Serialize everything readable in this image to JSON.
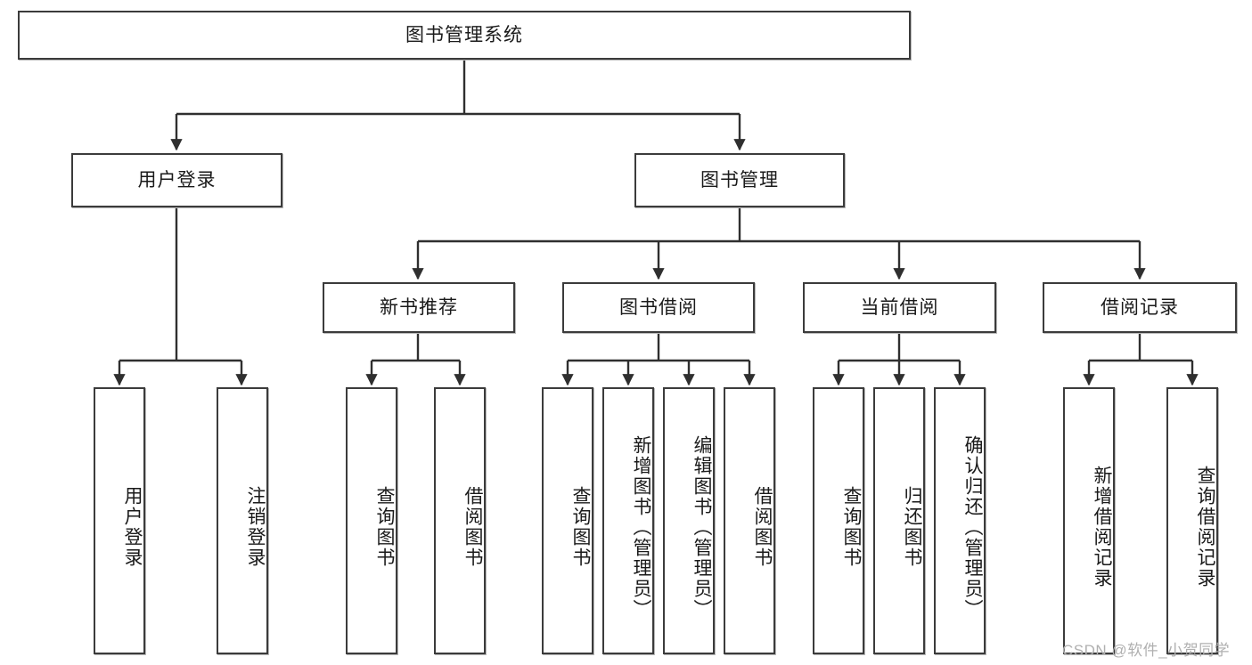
{
  "diagram": {
    "type": "tree-hierarchy",
    "title": "图书管理系统",
    "orientation": "top-down",
    "colors": {
      "box_border": "#3b3b3b",
      "box_fill": "#ffffff",
      "edge": "#2f2f2f",
      "text": "#1a1a1a",
      "watermark": "#b0b0b0",
      "background": "#ffffff"
    },
    "root": {
      "label": "图书管理系统"
    },
    "level1": [
      {
        "label": "用户登录"
      },
      {
        "label": "图书管理"
      }
    ],
    "level2": [
      {
        "label": "新书推荐"
      },
      {
        "label": "图书借阅"
      },
      {
        "label": "当前借阅"
      },
      {
        "label": "借阅记录"
      }
    ],
    "leaves": {
      "user_login": [
        {
          "label": "用户登录"
        },
        {
          "label": "注销登录"
        }
      ],
      "new_book_recommend": [
        {
          "label": "查询图书"
        },
        {
          "label": "借阅图书"
        }
      ],
      "book_borrow": [
        {
          "label": "查询图书"
        },
        {
          "label": "新增图书（管理员）"
        },
        {
          "label": "编辑图书（管理员）"
        },
        {
          "label": "借阅图书"
        }
      ],
      "current_borrow": [
        {
          "label": "查询图书"
        },
        {
          "label": "归还图书"
        },
        {
          "label": "确认归还（管理员）"
        }
      ],
      "borrow_record": [
        {
          "label": "新增借阅记录"
        },
        {
          "label": "查询借阅记录"
        }
      ]
    },
    "watermark": "CSDN @软件_小贺同学"
  }
}
